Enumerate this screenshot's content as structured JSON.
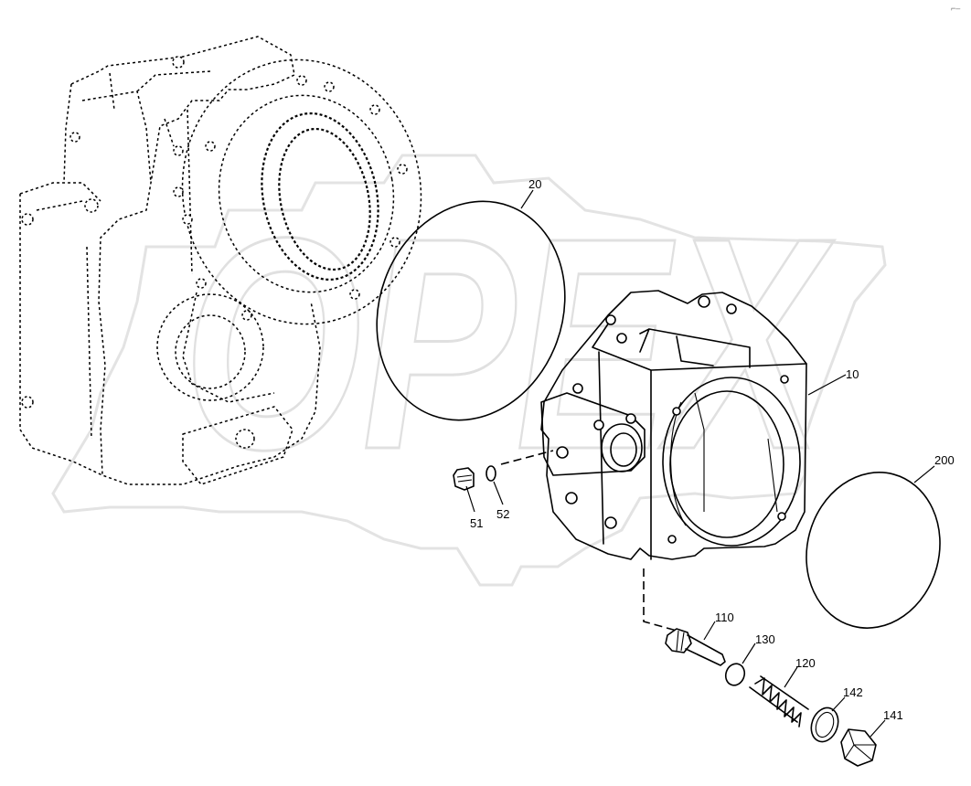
{
  "diagram": {
    "watermark_text": "OPEX",
    "corner_mark": "⌐–",
    "parts": [
      {
        "id": "p10",
        "label": "10"
      },
      {
        "id": "p20",
        "label": "20"
      },
      {
        "id": "p51",
        "label": "51"
      },
      {
        "id": "p52",
        "label": "52"
      },
      {
        "id": "p110",
        "label": "110"
      },
      {
        "id": "p120",
        "label": "120"
      },
      {
        "id": "p130",
        "label": "130"
      },
      {
        "id": "p141",
        "label": "141"
      },
      {
        "id": "p142",
        "label": "142"
      },
      {
        "id": "p200",
        "label": "200"
      }
    ]
  }
}
